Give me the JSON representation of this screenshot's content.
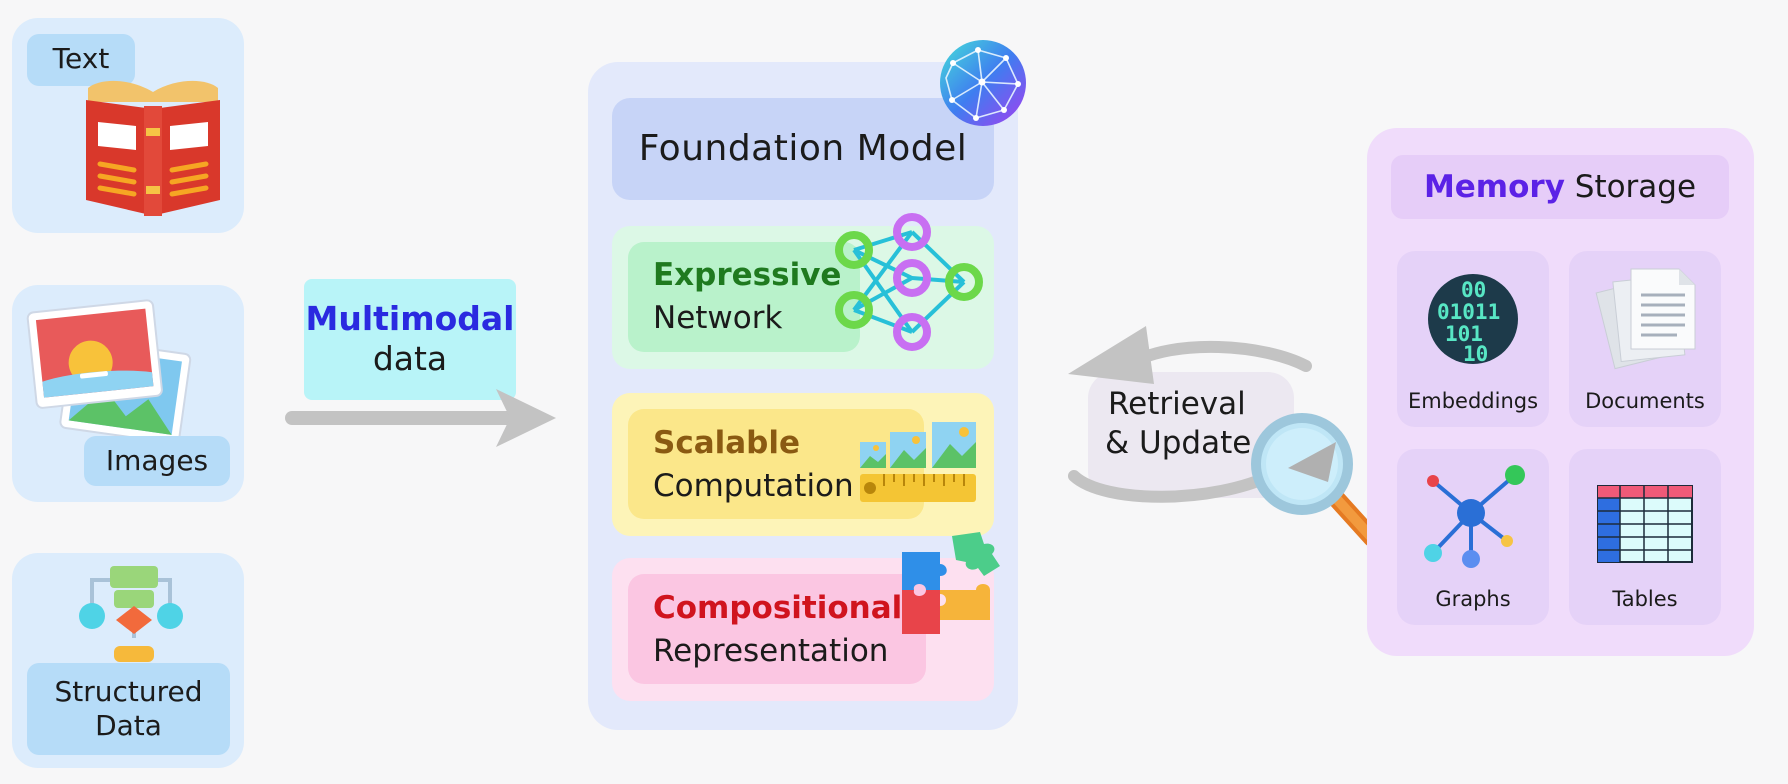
{
  "inputs": [
    {
      "label": "Text",
      "icon": "book-icon"
    },
    {
      "label": "Images",
      "icon": "images-icon"
    },
    {
      "label": "Structured Data",
      "icon": "flowchart-icon"
    }
  ],
  "multimodal": {
    "highlight": "Multimodal",
    "rest": "data"
  },
  "foundation": {
    "title": "Foundation Model",
    "modules": [
      {
        "strong": "Expressive",
        "sub": "Network",
        "color": "#1f7a1f",
        "icon": "neural-network-icon"
      },
      {
        "strong": "Scalable",
        "sub": "Computation",
        "color": "#8a5a12",
        "icon": "scaling-images-icon"
      },
      {
        "strong": "Compositional",
        "sub": "Representation",
        "color": "#d0141e",
        "icon": "puzzle-icon"
      }
    ]
  },
  "retrieval": {
    "line1": "Retrieval",
    "line2": "& Update"
  },
  "memory": {
    "title_highlight": "Memory",
    "title_rest": " Storage",
    "items": [
      {
        "label": "Embeddings",
        "icon": "binary-globe-icon"
      },
      {
        "label": "Documents",
        "icon": "documents-icon"
      },
      {
        "label": "Graphs",
        "icon": "graph-icon"
      },
      {
        "label": "Tables",
        "icon": "table-icon"
      }
    ]
  },
  "colors": {
    "accent_blue": "#2a2ae0",
    "memory_purple": "#5b22e6"
  }
}
